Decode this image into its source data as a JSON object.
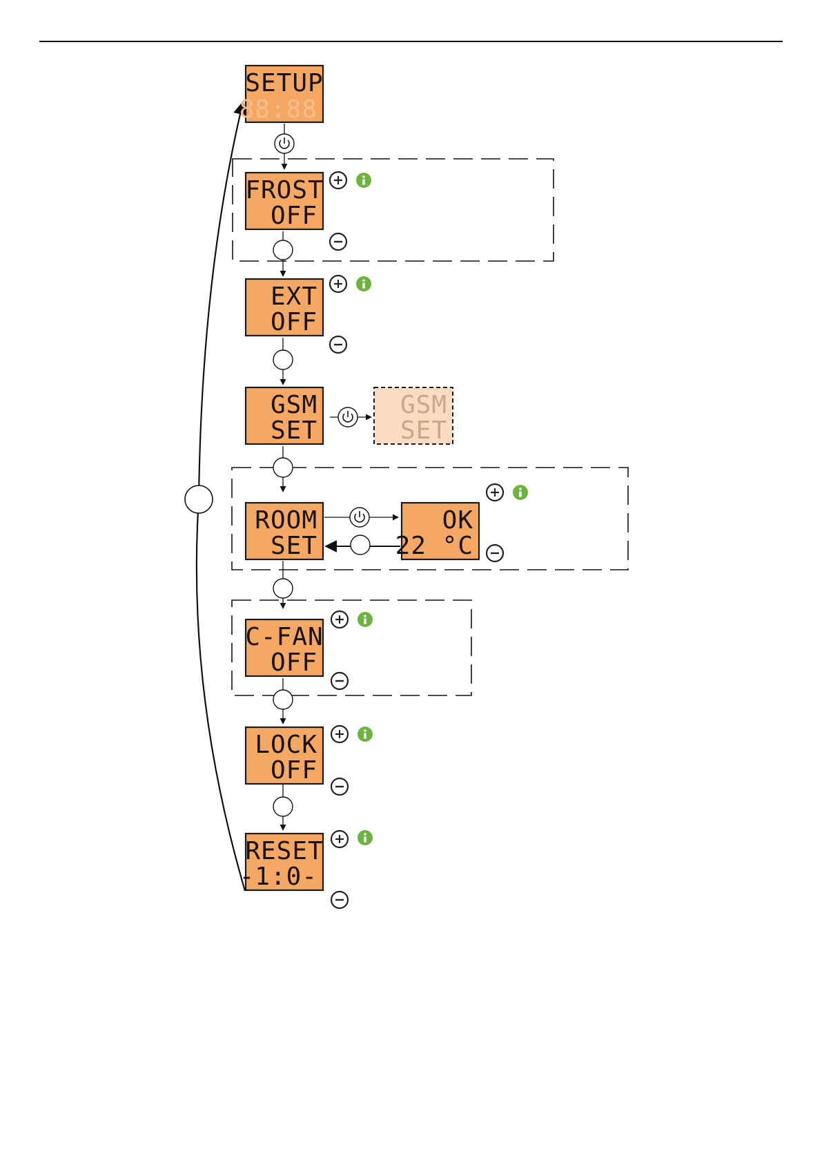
{
  "colors": {
    "lcd_fill": "#f5a864",
    "lcd_faded_fill": "#fbdcc1",
    "lcd_border": "#1a1a1a",
    "info_green": "#6cb33f",
    "line": "#111111"
  },
  "icons": {
    "power": "power-icon",
    "plus": "plus-icon",
    "minus": "minus-icon",
    "info": "info-icon",
    "blank": "blank-circle-button"
  },
  "displays": {
    "setup": {
      "line1": "SETUP",
      "line2": "88:88"
    },
    "frost": {
      "line1": "FROST",
      "line2": "OFF"
    },
    "ext": {
      "line1": "EXT",
      "line2": "OFF"
    },
    "gsm": {
      "line1": "GSM",
      "line2": "SET"
    },
    "gsm_sub": {
      "line1": "GSM",
      "line2": "SET"
    },
    "room": {
      "line1": "ROOM",
      "line2": "SET"
    },
    "room_sub": {
      "line1": "OK",
      "line2": "22 °C"
    },
    "cfan": {
      "line1": "C-FAN",
      "line2": "OFF"
    },
    "lock": {
      "line1": "LOCK",
      "line2": "OFF"
    },
    "reset": {
      "line1": "RESET",
      "line2": "-1:0-"
    }
  }
}
